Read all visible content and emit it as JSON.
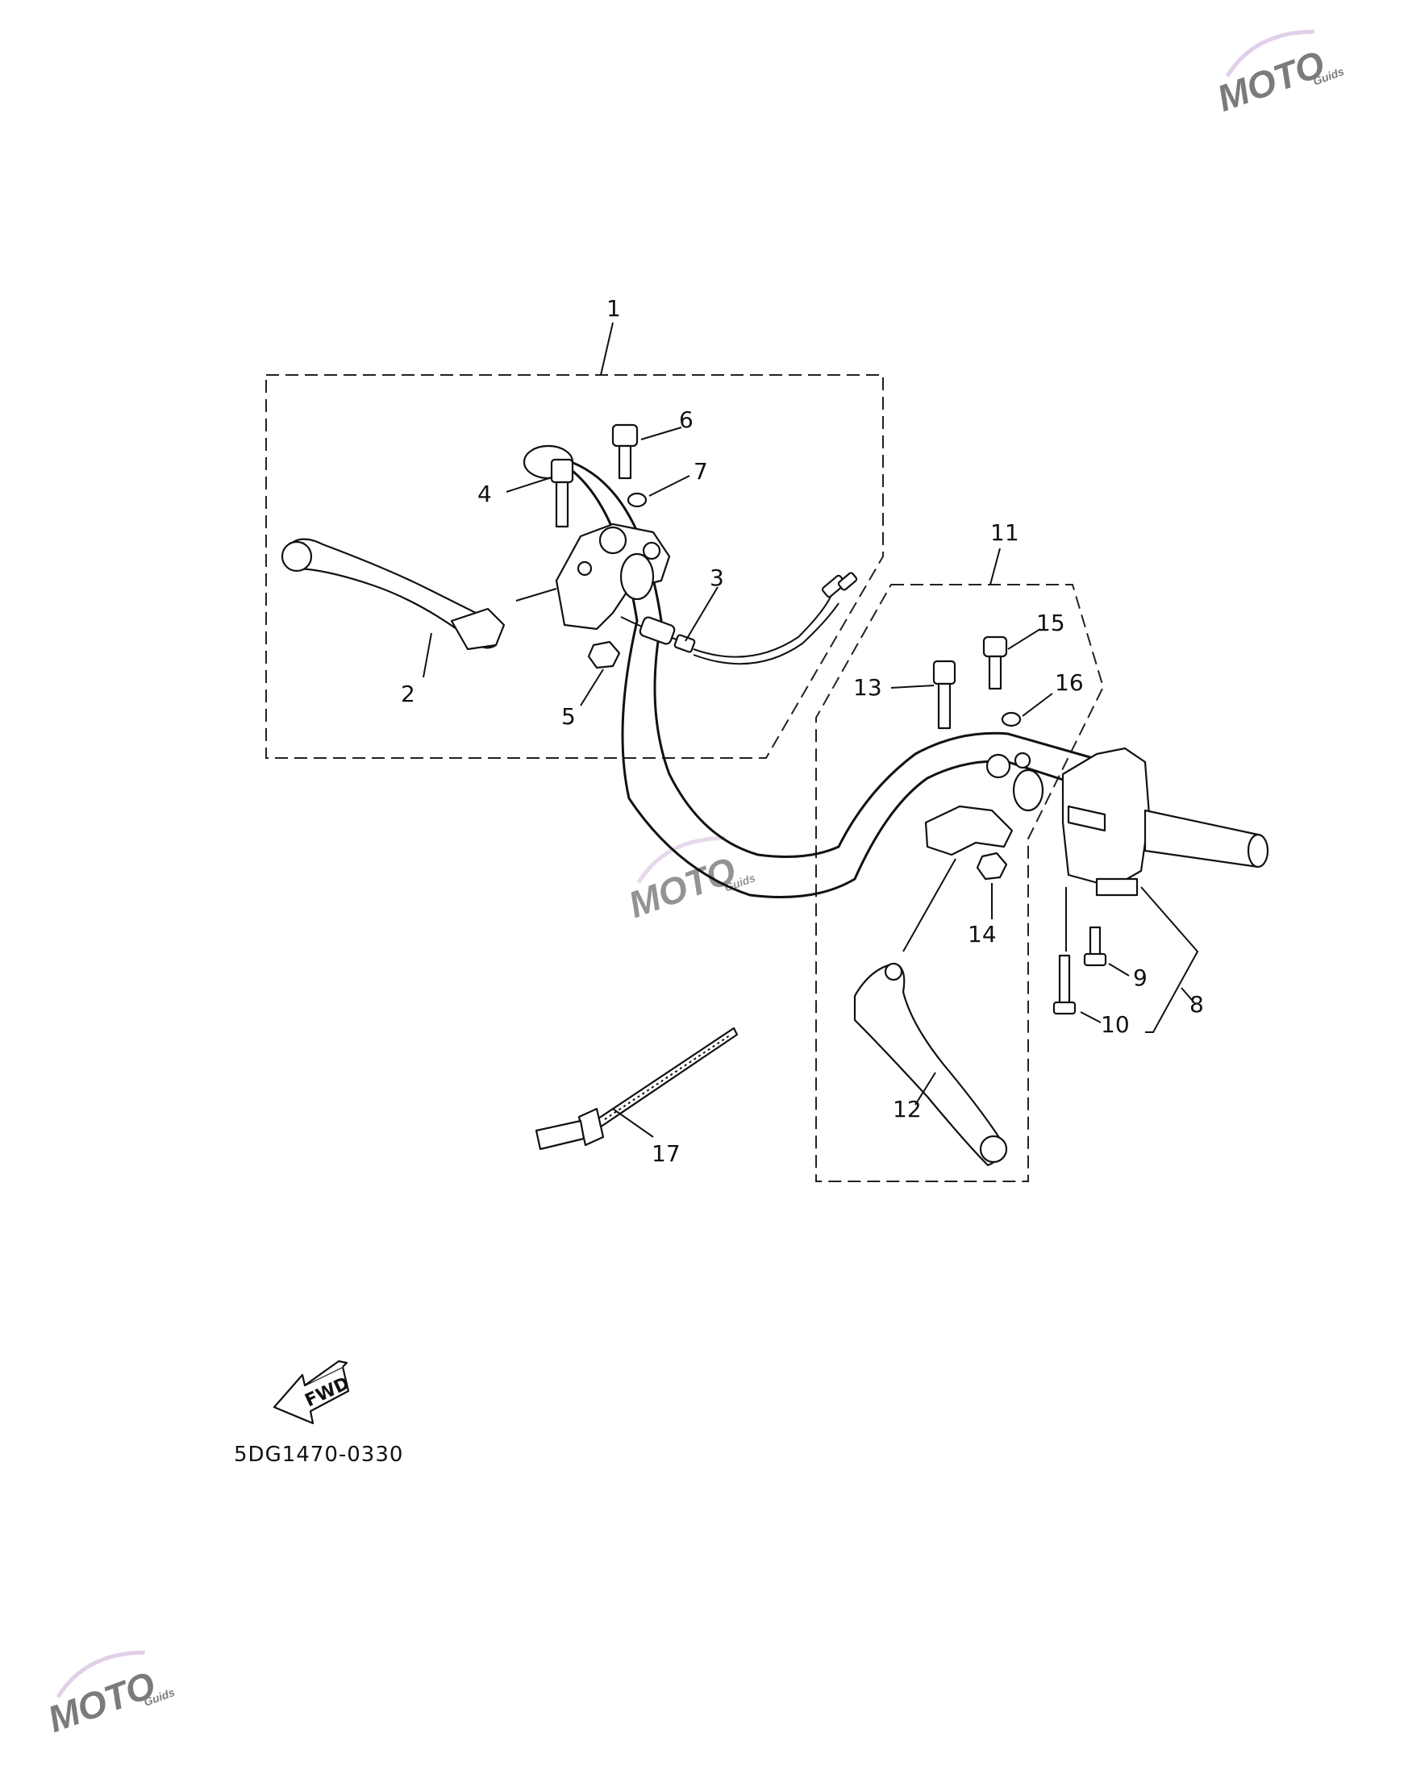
{
  "callouts": {
    "c1": "1",
    "c2": "2",
    "c3": "3",
    "c4": "4",
    "c5": "5",
    "c6": "6",
    "c7": "7",
    "c8": "8",
    "c9": "9",
    "c10": "10",
    "c11": "11",
    "c12": "12",
    "c13": "13",
    "c14": "14",
    "c15": "15",
    "c16": "16",
    "c17": "17"
  },
  "fwd_label": "FWD",
  "diagram_code": "5DG1470-0330",
  "watermark": {
    "brand": "MOTO",
    "sub": "Guids",
    "colors": {
      "primary": "#d9a0a8",
      "secondary": "#b8b8d8"
    }
  }
}
